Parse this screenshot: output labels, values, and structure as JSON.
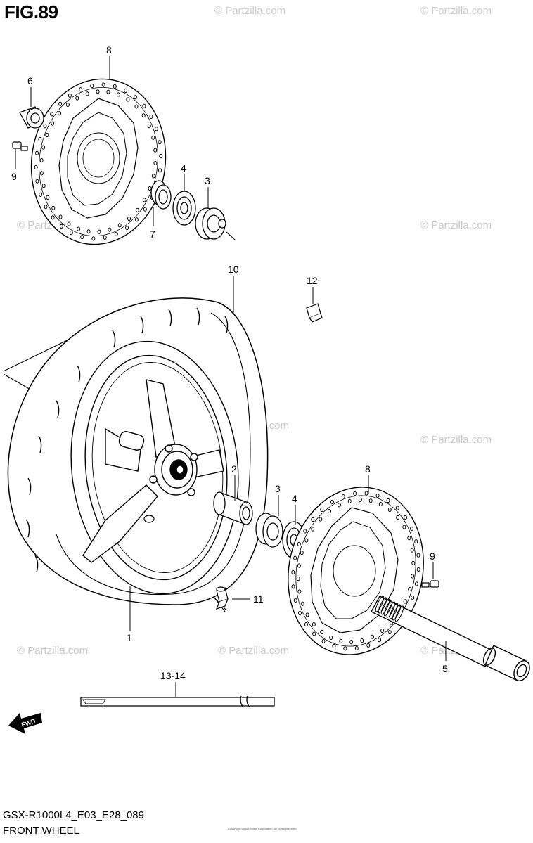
{
  "figure": {
    "id": "FIG.89",
    "model_code": "GSX-R1000L4_E03_E28_089",
    "name": "FRONT WHEEL",
    "fineprint": "Copyright Suzuki Motor Corporation. All rights reserved."
  },
  "watermark": "© Partzilla.com",
  "fwd_badge": "FWD",
  "callouts": [
    {
      "id": "c8a",
      "label": "8"
    },
    {
      "id": "c6",
      "label": "6"
    },
    {
      "id": "c9a",
      "label": "9"
    },
    {
      "id": "c4a",
      "label": "4"
    },
    {
      "id": "c3a",
      "label": "3"
    },
    {
      "id": "c7",
      "label": "7"
    },
    {
      "id": "c10",
      "label": "10"
    },
    {
      "id": "c12",
      "label": "12"
    },
    {
      "id": "c2",
      "label": "2"
    },
    {
      "id": "c3b",
      "label": "3"
    },
    {
      "id": "c4b",
      "label": "4"
    },
    {
      "id": "c8b",
      "label": "8"
    },
    {
      "id": "c9b",
      "label": "9"
    },
    {
      "id": "c11",
      "label": "11"
    },
    {
      "id": "c1",
      "label": "1"
    },
    {
      "id": "c5",
      "label": "5"
    },
    {
      "id": "c1314",
      "label": "13·14"
    }
  ],
  "colors": {
    "line": "#000000",
    "watermark": "#c9c9c9",
    "background": "#ffffff"
  }
}
